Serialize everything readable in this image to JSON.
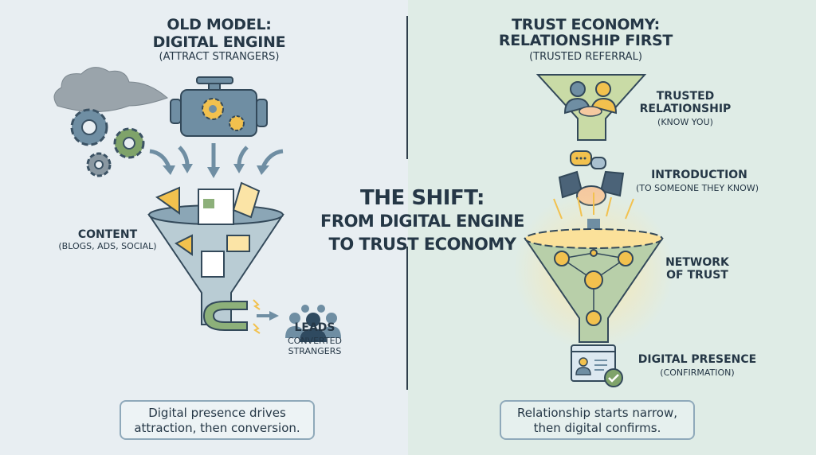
{
  "left": {
    "title_line1": "OLD MODEL:",
    "title_line2": "DIGITAL ENGINE",
    "subtitle": "(ATTRACT STRANGERS)",
    "content_label": "CONTENT",
    "content_sub": "(BLOGS, ADS, SOCIAL)",
    "leads_label": "LEADS",
    "leads_sub_line1": "CONVERTED",
    "leads_sub_line2": "STRANGERS",
    "summary_line1": "Digital presence drives",
    "summary_line2": "attraction, then conversion."
  },
  "center": {
    "line1": "THE SHIFT:",
    "line2": "FROM DIGITAL ENGINE",
    "line3": "TO TRUST ECONOMY"
  },
  "right": {
    "title_line1": "TRUST ECONOMY:",
    "title_line2": "RELATIONSHIP FIRST",
    "subtitle": "(TRUSTED REFERRAL)",
    "step1_line1": "TRUSTED",
    "step1_line2": "RELATIONSHIP",
    "step1_sub": "(KNOW YOU)",
    "step2": "INTRODUCTION",
    "step2_sub": "(TO SOMEONE THEY KNOW)",
    "step3_line1": "NETWORK",
    "step3_line2": "OF TRUST",
    "step4": "DIGITAL PRESENCE",
    "step4_sub": "(CONFIRMATION)",
    "summary_line1": "Relationship starts narrow,",
    "summary_line2": "then digital confirms."
  },
  "colors": {
    "left_bg": "#e8eef2",
    "right_bg": "#dfece6",
    "text": "#253746",
    "accent_yellow": "#f2c14e",
    "accent_green": "#7fa36a",
    "steel": "#6f8ea3"
  }
}
